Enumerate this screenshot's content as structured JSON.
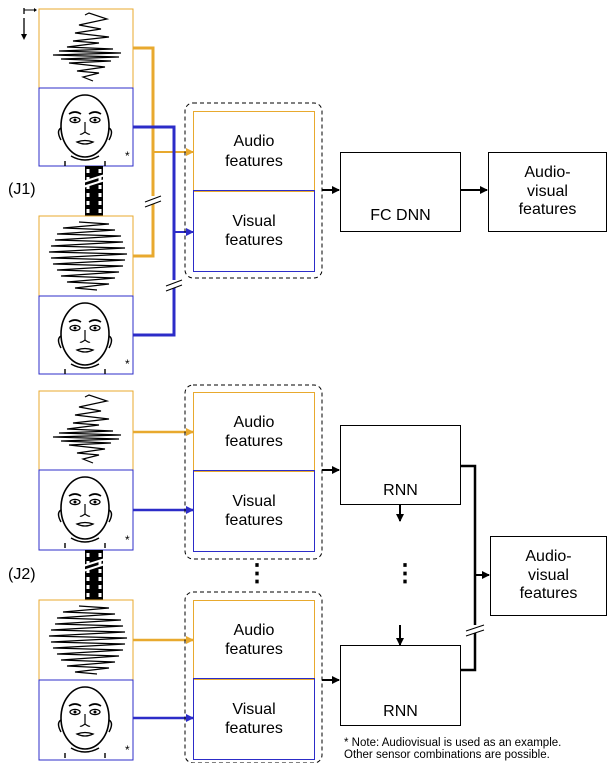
{
  "labels": {
    "j1": "(J1)",
    "j2": "(J2)",
    "audio_features": "Audio\nfeatures",
    "visual_features": "Visual\nfeatures",
    "fc_dnn": "FC DNN",
    "rnn": "RNN",
    "audiovisual_features": "Audio-\nvisual\nfeatures",
    "asterisk": "*",
    "ellipsis": "⋮"
  },
  "note": {
    "line1": "* Note: Audiovisual is used as an example.",
    "line2": "Other sensor combinations are possible."
  },
  "colors": {
    "audio": "#e8a92e",
    "visual": "#2c2cc8",
    "line": "#000000"
  }
}
